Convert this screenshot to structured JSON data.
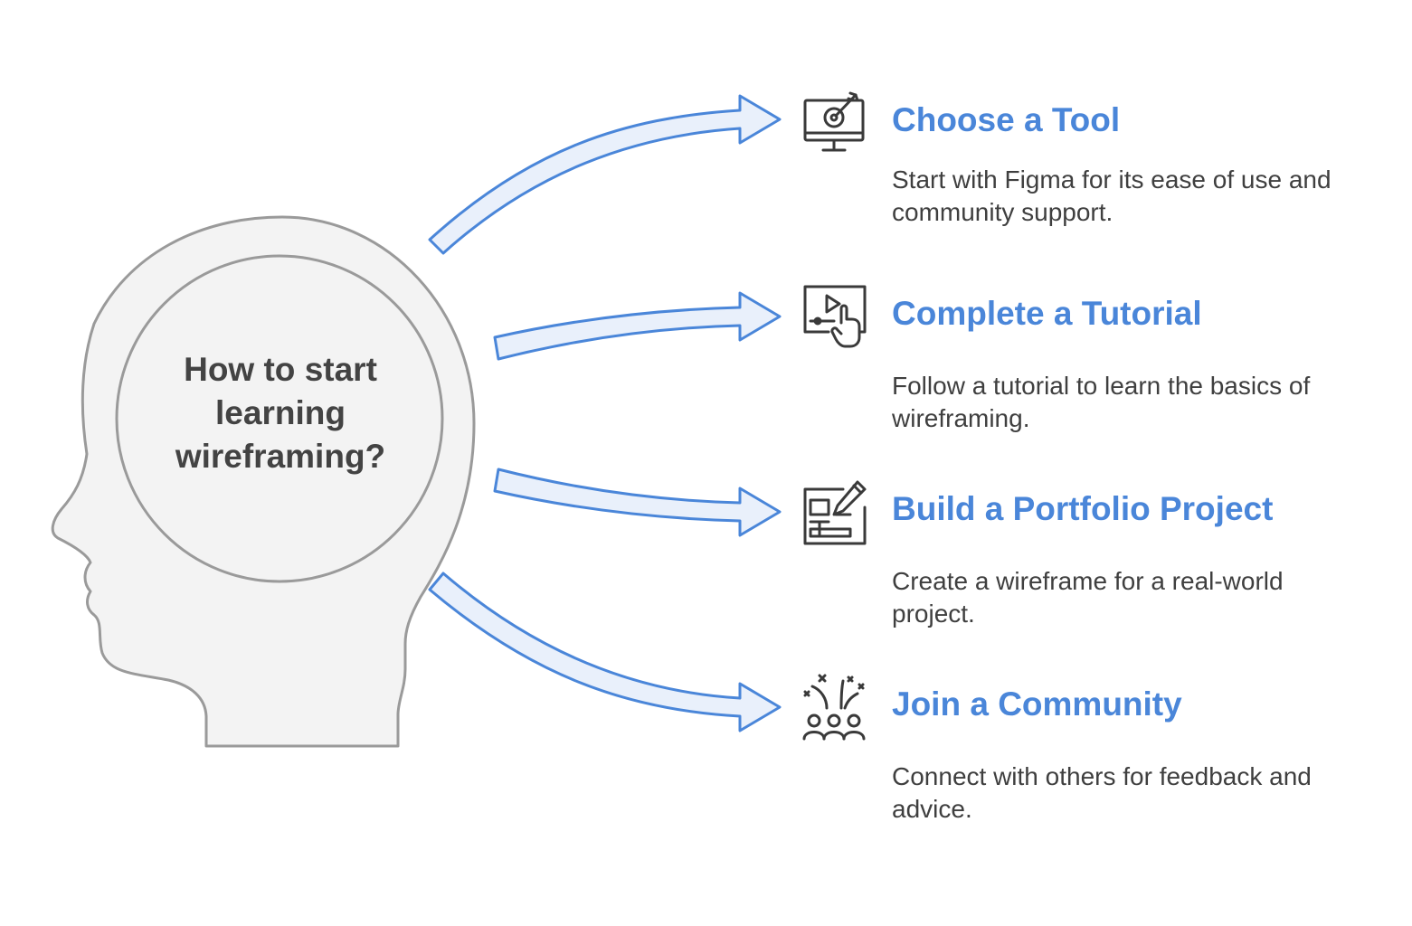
{
  "center_question": "How to start\nlearning\nwireframing?",
  "colors": {
    "accent": "#4a86d9",
    "arrow_fill": "#e9f0fb",
    "head_fill": "#f3f3f3",
    "head_stroke": "#9a9a9a",
    "text": "#3f3f3f"
  },
  "steps": [
    {
      "icon": "monitor-target-icon",
      "title": "Choose a Tool",
      "description": "Start with Figma for its ease of use and community support."
    },
    {
      "icon": "video-tutorial-touch-icon",
      "title": "Complete a Tutorial",
      "description": "Follow a tutorial to learn the basics of wireframing."
    },
    {
      "icon": "blueprint-pencil-icon",
      "title": "Build a Portfolio Project",
      "description": "Create a wireframe for a real-world project."
    },
    {
      "icon": "community-celebration-icon",
      "title": "Join a Community",
      "description": "Connect with others for feedback and advice."
    }
  ]
}
